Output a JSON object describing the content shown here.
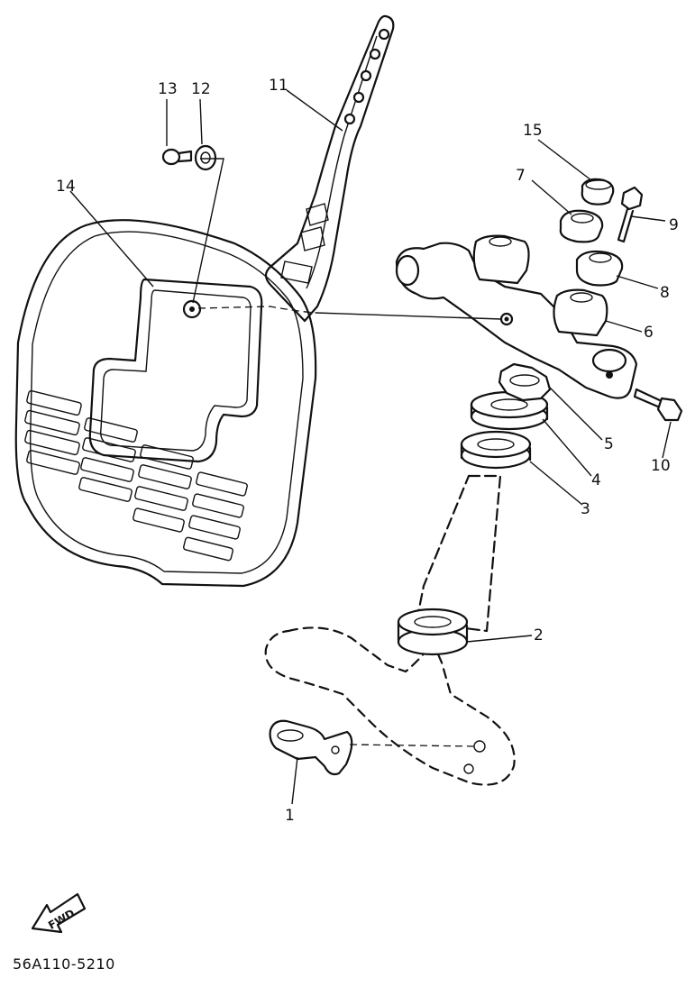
{
  "callouts": {
    "p1": "1",
    "p2": "2",
    "p3": "3",
    "p4": "4",
    "p5": "5",
    "p6": "6",
    "p7": "7",
    "p8": "8",
    "p9": "9",
    "p10": "10",
    "p11": "11",
    "p12": "12",
    "p13": "13",
    "p14": "14",
    "p15": "15"
  },
  "fwd_label": "FWD",
  "diagram_code": "56A110-5210"
}
